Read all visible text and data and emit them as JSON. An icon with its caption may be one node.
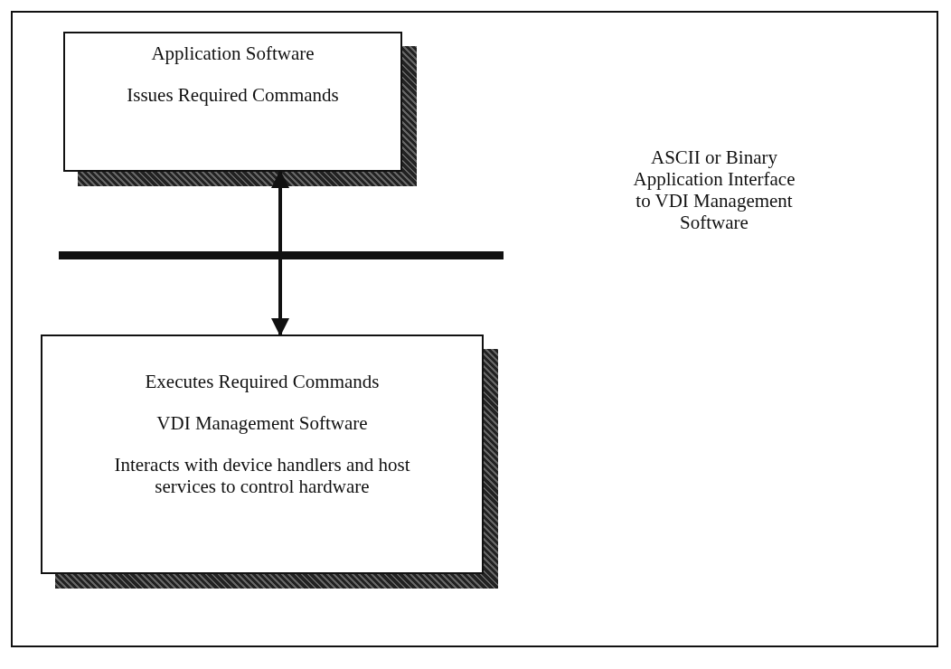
{
  "diagram": {
    "nodes": [
      {
        "text": [
          "Application Software",
          "Issues Required Commands"
        ]
      },
      {
        "text": [
          "Executes Required Commands",
          "VDI Management Software",
          "Interacts with device handlers and host services to control hardware"
        ]
      }
    ],
    "edges": [
      {
        "from": 0,
        "to": 1,
        "arrow": "both"
      }
    ],
    "labels": [
      "ASCII or Binary Application Interface to VDI Management Software"
    ]
  }
}
